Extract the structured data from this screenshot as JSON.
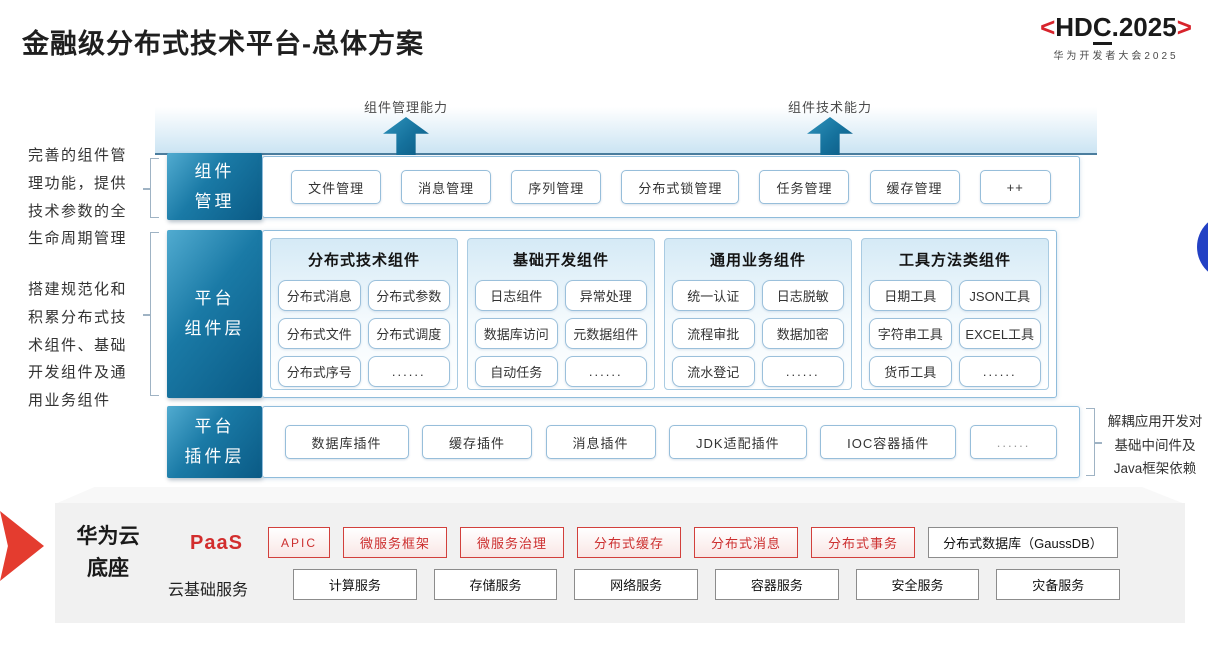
{
  "slide": {
    "title": "金融级分布式技术平台-总体方案"
  },
  "logo": {
    "bracket_left": "<",
    "name_pre": "HD",
    "name_c": "C",
    "name_post": ".2025",
    "bracket_right": ">",
    "subtitle": "华为开发者大会2025"
  },
  "capability_arrows": {
    "left": "组件管理能力",
    "right": "组件技术能力"
  },
  "annotations": {
    "left_top": "完善的组件管理功能，提供技术参数的全生命周期管理",
    "left_bottom": "搭建规范化和积累分布式技术组件、基础开发组件及通用业务组件",
    "right": "解耦应用开发对基础中间件及Java框架依赖"
  },
  "component_mgmt": {
    "label": "组件\n管理",
    "items": [
      "文件管理",
      "消息管理",
      "序列管理",
      "分布式锁管理",
      "任务管理",
      "缓存管理",
      "++"
    ]
  },
  "platform_components": {
    "label": "平台\n组件层",
    "groups": [
      {
        "title": "分布式技术组件",
        "items": [
          "分布式消息",
          "分布式参数",
          "分布式文件",
          "分布式调度",
          "分布式序号",
          "......"
        ]
      },
      {
        "title": "基础开发组件",
        "items": [
          "日志组件",
          "异常处理",
          "数据库访问",
          "元数据组件",
          "自动任务",
          "......"
        ]
      },
      {
        "title": "通用业务组件",
        "items": [
          "统一认证",
          "日志脱敏",
          "流程审批",
          "数据加密",
          "流水登记",
          "......"
        ]
      },
      {
        "title": "工具方法类组件",
        "items": [
          "日期工具",
          "JSON工具",
          "字符串工具",
          "EXCEL工具",
          "货币工具",
          "......"
        ]
      }
    ]
  },
  "platform_plugins": {
    "label": "平台\n插件层",
    "items": [
      "数据库插件",
      "缓存插件",
      "消息插件",
      "JDK适配插件",
      "IOC容器插件",
      "......"
    ]
  },
  "foundation": {
    "label": "华为云\n底座",
    "paas_label": "PaaS",
    "paas_items": [
      "APIC",
      "微服务框架",
      "微服务治理",
      "分布式缓存",
      "分布式消息",
      "分布式事务"
    ],
    "paas_db_item": "分布式数据库（GaussDB）",
    "cloud_label": "云基础服务",
    "cloud_items": [
      "计算服务",
      "存储服务",
      "网络服务",
      "容器服务",
      "安全服务",
      "灾备服务"
    ]
  },
  "colors": {
    "teal_dark": "#0B5B86",
    "teal_light": "#46A4C8",
    "line_blue": "#4B7D9E",
    "border_blue": "#8FBCDB",
    "band_blue": "#CBE4F3",
    "logo_red": "#D7242C",
    "paas_red": "#CC2F2F",
    "red_arrow": "#E43C2F",
    "slab_gray": "#F1F1F1",
    "circle_blue": "#2341C4"
  }
}
